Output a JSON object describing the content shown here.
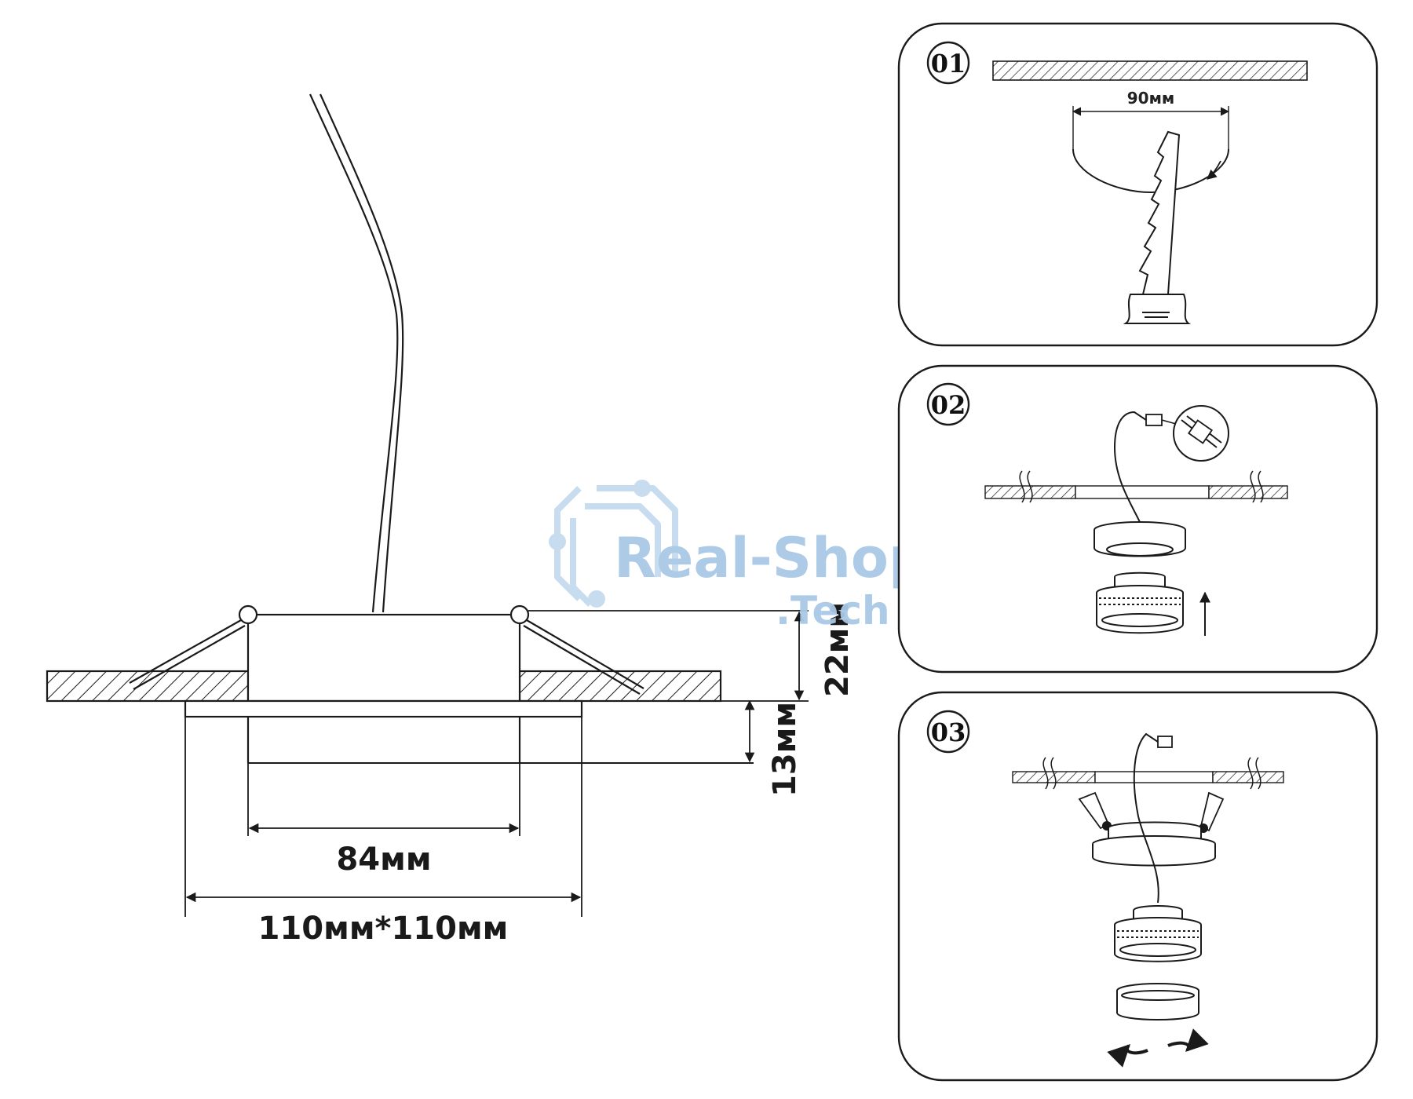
{
  "main_diagram": {
    "dim_height_total": "22мм",
    "dim_height_below": "13мм",
    "dim_inner_width": "84мм",
    "dim_outer_width": "110мм*110мм"
  },
  "steps": [
    {
      "number": "01",
      "label": "90мм"
    },
    {
      "number": "02"
    },
    {
      "number": "03"
    }
  ],
  "watermark": {
    "brand": "Real-Shop",
    "domain": ".Tech"
  },
  "colors": {
    "line": "#1a1a1a",
    "watermark": "#a9c9e6",
    "watermark_light": "#c5dbef"
  }
}
